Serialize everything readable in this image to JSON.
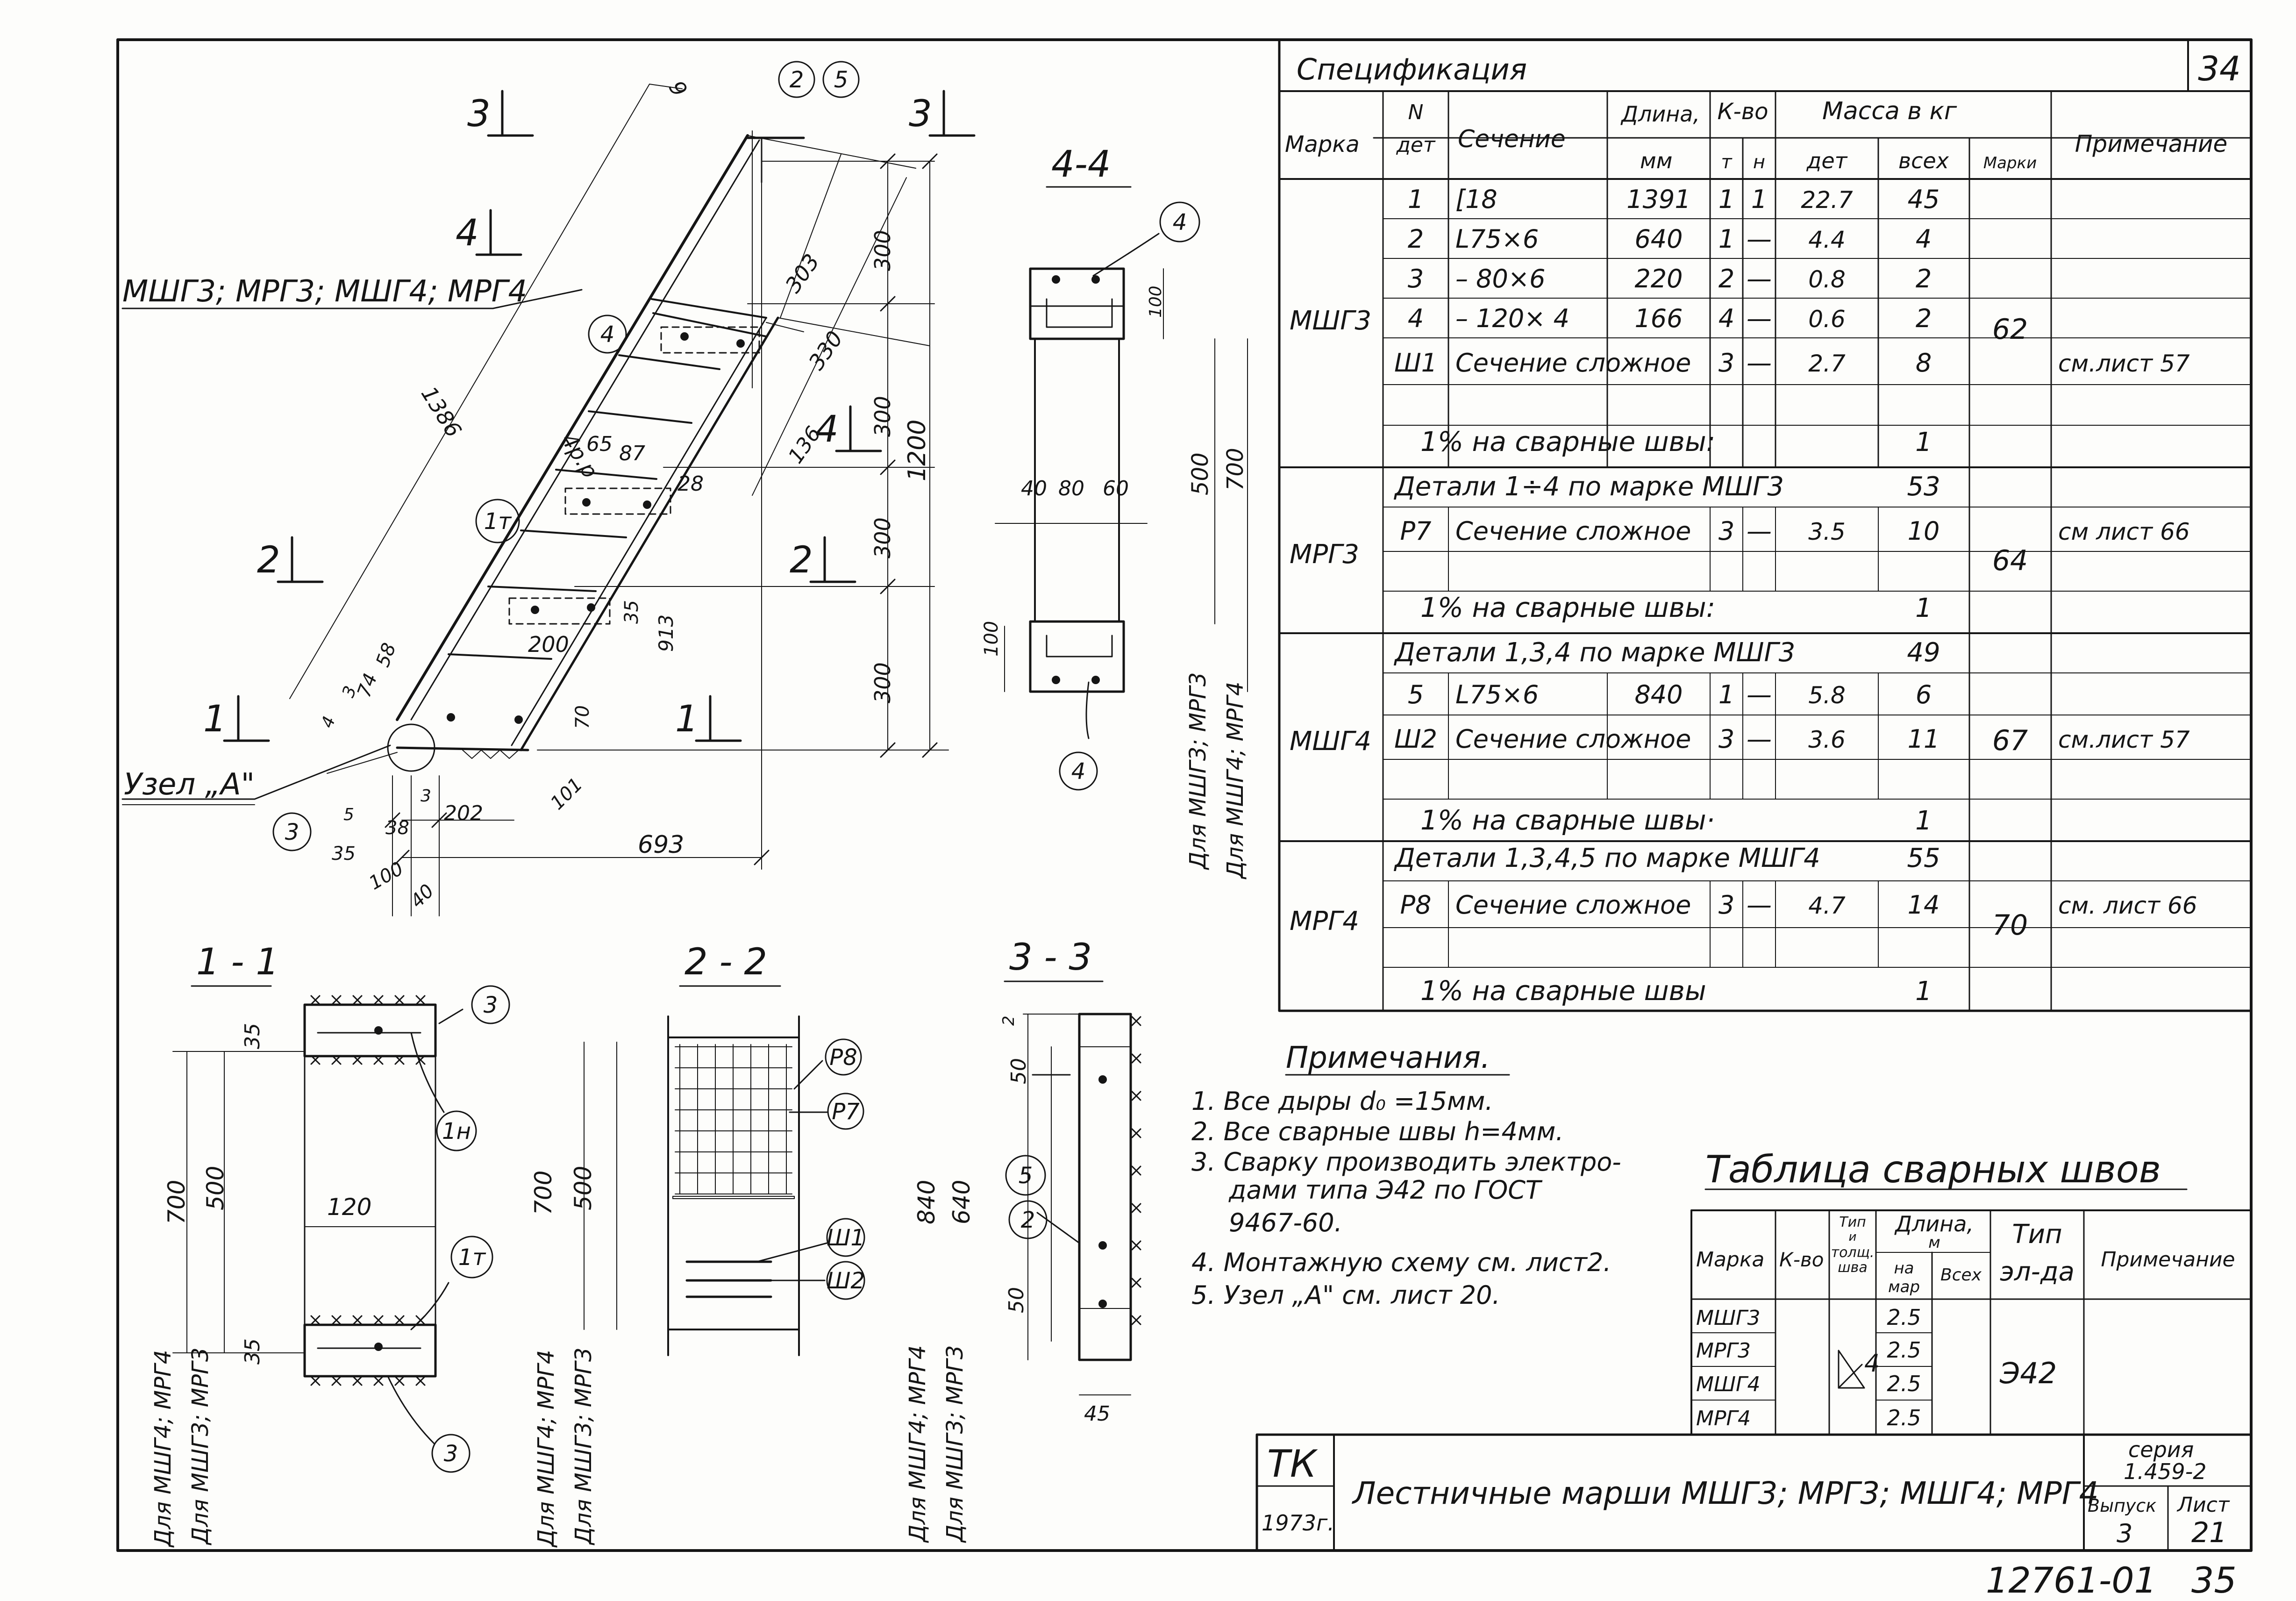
{
  "spec": {
    "title": "Спецификация",
    "page_no": "34",
    "headers": {
      "mark": "Марка",
      "det_no_top": "N",
      "det_no_bottom": "дет",
      "section": "Сечение",
      "length_top": "Длина,",
      "length_bottom": "мм",
      "qty": "К-во",
      "qty_t": "т",
      "qty_n": "н",
      "mass": "Масса в кг",
      "mass_det": "дет",
      "mass_all": "всех",
      "mass_mark": "Марки",
      "note": "Примечание"
    },
    "groups": [
      {
        "mark": "МШГ3",
        "mark_mass": "62",
        "rows": [
          {
            "no": "1",
            "section": "[18",
            "length": "1391",
            "t": "1",
            "n": "1",
            "mdet": "22.7",
            "mall": "45",
            "note": ""
          },
          {
            "no": "2",
            "section": "L75×6",
            "length": "640",
            "t": "1",
            "n": "—",
            "mdet": "4.4",
            "mall": "4",
            "note": ""
          },
          {
            "no": "3",
            "section": "– 80×6",
            "length": "220",
            "t": "2",
            "n": "—",
            "mdet": "0.8",
            "mall": "2",
            "note": ""
          },
          {
            "no": "4",
            "section": "– 120× 4",
            "length": "166",
            "t": "4",
            "n": "—",
            "mdet": "0.6",
            "mall": "2",
            "note": ""
          },
          {
            "no": "Ш1",
            "section": "Сечение сложное",
            "length": "",
            "t": "3",
            "n": "—",
            "mdet": "2.7",
            "mall": "8",
            "note": "см.лист 57"
          }
        ],
        "weld_text": "1% на сварные швы:",
        "weld_value": "1"
      },
      {
        "mark": "МРГ3",
        "mark_mass": "64",
        "details_text": "Детали 1÷4 по марке МШГ3",
        "details_value": "53",
        "rows": [
          {
            "no": "Р7",
            "section": "Сечение сложное",
            "length": "",
            "t": "3",
            "n": "—",
            "mdet": "3.5",
            "mall": "10",
            "note": "см лист 66"
          }
        ],
        "weld_text": "1% на сварные швы:",
        "weld_value": "1"
      },
      {
        "mark": "МШГ4",
        "mark_mass": "67",
        "details_text": "Детали 1,3,4 по марке МШГ3",
        "details_value": "49",
        "rows": [
          {
            "no": "5",
            "section": "L75×6",
            "length": "840",
            "t": "1",
            "n": "—",
            "mdet": "5.8",
            "mall": "6",
            "note": ""
          },
          {
            "no": "Ш2",
            "section": "Сечение сложное",
            "length": "",
            "t": "3",
            "n": "—",
            "mdet": "3.6",
            "mall": "11",
            "note": "см.лист 57"
          }
        ],
        "weld_text": "1% на сварные швы·",
        "weld_value": "1"
      },
      {
        "mark": "МРГ4",
        "mark_mass": "70",
        "details_text": "Детали 1,3,4,5 по марке МШГ4",
        "details_value": "55",
        "rows": [
          {
            "no": "Р8",
            "section": "Сечение сложное",
            "length": "",
            "t": "3",
            "n": "—",
            "mdet": "4.7",
            "mall": "14",
            "note": "см. лист 66"
          }
        ],
        "weld_text": "1% на сварные швы",
        "weld_value": "1"
      }
    ]
  },
  "notes": {
    "title": "Примечания.",
    "items": [
      "1. Все дыры d₀ =15мм.",
      "2. Все сварные швы h=4мм.",
      "3. Сварку производить электро-",
      "дами типа Э42 по ГОСТ",
      "9467-60.",
      "4. Монтажную схему см. лист2.",
      "5. Узел „А\" см. лист 20."
    ]
  },
  "weld_table": {
    "title": "Таблица сварных швов",
    "headers": {
      "mark": "Марка",
      "qty": "К-во",
      "type_1": "Тип",
      "type_2": "и",
      "type_3": "толщ.",
      "type_4": "шва",
      "length": "Длина,",
      "length_unit": "м",
      "per_mark_1": "на",
      "per_mark_2": "мар",
      "all": "Всех",
      "electrode_1": "Тип",
      "electrode_2": "эл-да",
      "note": "Примечание"
    },
    "rows": [
      {
        "mark": "МШГ3",
        "len": "2.5"
      },
      {
        "mark": "МРГ3",
        "len": "2.5"
      },
      {
        "mark": "МШГ4",
        "len": "2.5"
      },
      {
        "mark": "МРГ4",
        "len": "2.5"
      }
    ],
    "weld_size": "4",
    "electrode": "Э42"
  },
  "title_block": {
    "org": "ТК",
    "year": "1973г.",
    "title": "Лестничные марши МШГ3; МРГ3; МШГ4; МРГ4",
    "series_label": "серия",
    "series": "1.459-2",
    "issue_label": "Выпуск",
    "issue": "3",
    "sheet_label": "Лист",
    "sheet": "21"
  },
  "footer": {
    "code": "12761-01",
    "page": "35"
  },
  "drawing": {
    "marks_title": "МШГ3; МРГ3; МШГ4; МРГ4",
    "node_label": "Узел „А\"",
    "views": {
      "v44": "4-4",
      "v11": "1 - 1",
      "v22": "2 - 2",
      "v33": "3 - 3"
    },
    "cuts": [
      "3",
      "3",
      "4",
      "4",
      "2",
      "2",
      "1",
      "1"
    ],
    "dims_main": [
      "9",
      "1386",
      "4р.р",
      "303",
      "300",
      "330",
      "136",
      "300",
      "1200",
      "300",
      "300",
      "65",
      "87",
      "28",
      "200",
      "35",
      "913",
      "58",
      "74",
      "3",
      "4",
      "70",
      "101",
      "202",
      "3",
      "5",
      "35",
      "38",
      "100",
      "40",
      "693"
    ],
    "dims_44": [
      "100",
      "40",
      "80",
      "60",
      "500",
      "700",
      "100"
    ],
    "dims_11": [
      "35",
      "700",
      "500",
      "120",
      "35"
    ],
    "dims_22": [
      "700",
      "500"
    ],
    "dims_33": [
      "2",
      "50",
      "840",
      "640",
      "50",
      "45"
    ],
    "side_labels": [
      "Для МШГ3; МРГ3",
      "Для МШГ4; МРГ4"
    ],
    "callouts": [
      "2",
      "5",
      "4",
      "1т",
      "3",
      "4",
      "4",
      "3",
      "1н",
      "1т",
      "3",
      "Р8",
      "Р7",
      "Ш1",
      "Ш2",
      "5",
      "2"
    ]
  }
}
